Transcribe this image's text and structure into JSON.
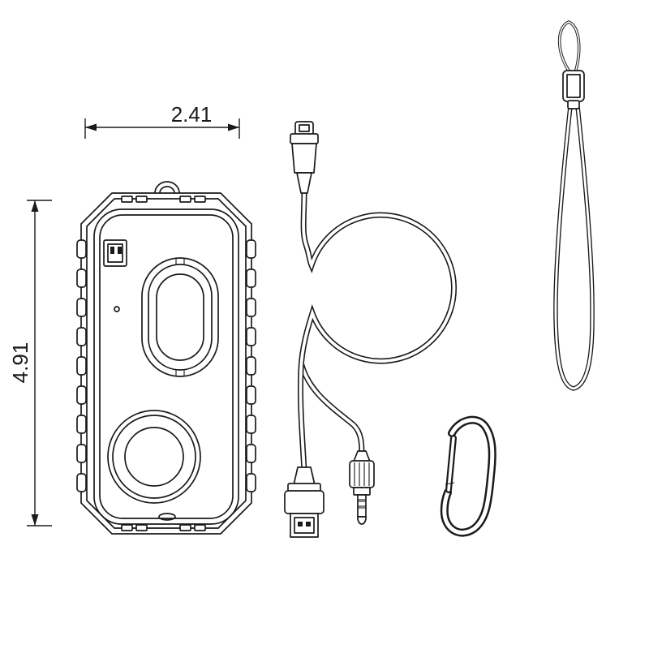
{
  "palette": {
    "background": "#ffffff",
    "line": "#1a1a1a"
  },
  "dimensions": {
    "width_label": "2.41",
    "height_label": "4.91"
  },
  "components": [
    {
      "name": "speaker-front-view-drawing"
    },
    {
      "name": "usb-audio-cable-drawing"
    },
    {
      "name": "carabiner-clip-drawing"
    },
    {
      "name": "wrist-lanyard-drawing"
    }
  ]
}
